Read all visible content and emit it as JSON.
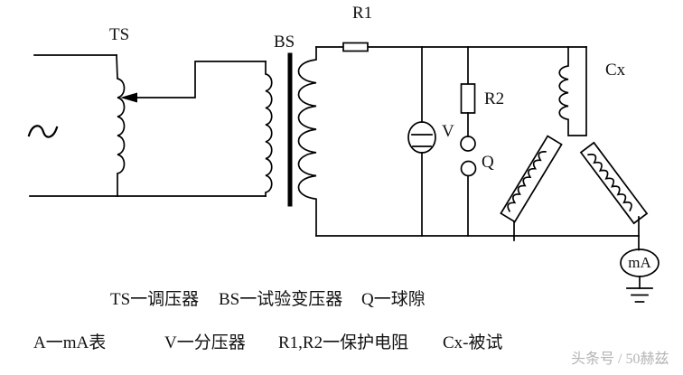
{
  "diagram": {
    "labels": {
      "ts": "TS",
      "bs": "BS",
      "r1": "R1",
      "r2": "R2",
      "v": "V",
      "q": "Q",
      "cx": "Cx",
      "ma": "mA"
    },
    "captions": {
      "line1": [
        "TS一调压器",
        "BS一试验变压器",
        "Q一球隙"
      ],
      "line2": [
        "A一mA表",
        "V一分压器",
        "R1,R2一保护电阻",
        "Cx-被试"
      ]
    },
    "watermark": "头条号 / 50赫兹",
    "colors": {
      "line": "#000000",
      "background": "#ffffff",
      "watermark": "#b4b4b4"
    }
  }
}
